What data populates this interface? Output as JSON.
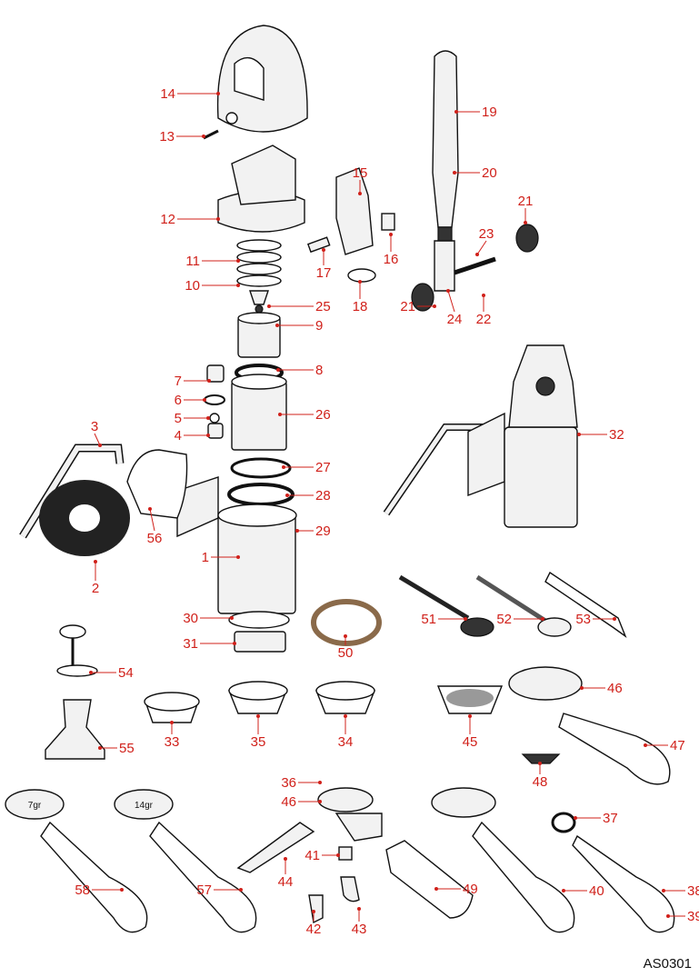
{
  "figure_code": "AS0301",
  "filter_markings": [
    "7gr",
    "14gr"
  ],
  "label_color": "#d0201a",
  "part_numbers": [
    "14",
    "13",
    "12",
    "11",
    "10",
    "25",
    "9",
    "8",
    "7",
    "6",
    "5",
    "4",
    "26",
    "3",
    "27",
    "28",
    "29",
    "56",
    "1",
    "2",
    "30",
    "31",
    "50",
    "15",
    "17",
    "16",
    "18",
    "19",
    "20",
    "21",
    "23",
    "21",
    "24",
    "22",
    "32",
    "51",
    "52",
    "53",
    "54",
    "33",
    "35",
    "34",
    "45",
    "46",
    "47",
    "48",
    "55",
    "36",
    "46",
    "37",
    "41",
    "44",
    "49",
    "40",
    "38",
    "39",
    "58",
    "57",
    "42",
    "43"
  ]
}
